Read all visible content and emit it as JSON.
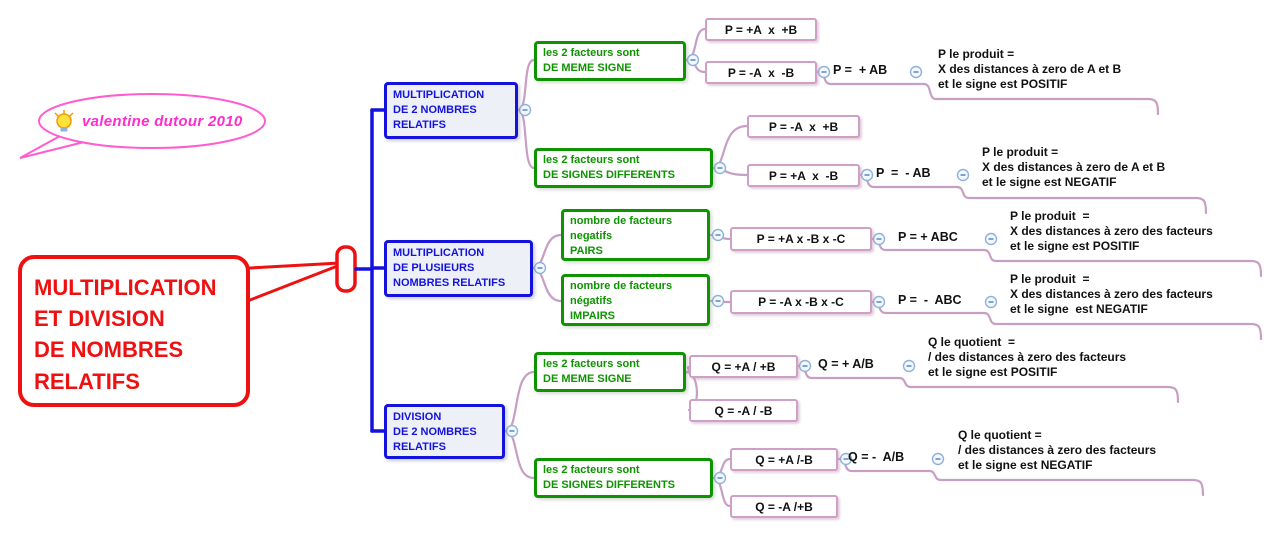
{
  "palette": {
    "root_red": "#ee1111",
    "branch_blue": "#1313dd",
    "topic_green": "#0d9400",
    "line_mauve": "#c79ec4",
    "bubble_magenta": "#ff2ccc"
  },
  "bubble": {
    "text": "valentine dutour 2010",
    "icon": "lightbulb"
  },
  "tree": {
    "root_label": "MULTIPLICATION\nET DIVISION\nDE NOMBRES\nRELATIFS",
    "branches": [
      {
        "label": "MULTIPLICATION\nDE 2 NOMBRES\nRELATIFS",
        "children": [
          {
            "label": "les 2 facteurs sont\nDE MEME SIGNE",
            "formulas": [
              {
                "label": "P = +A  x  +B"
              },
              {
                "label": "P = -A  x  -B",
                "result": "P =  + AB",
                "note": "P le produit =\nX des distances à zero de A et B\net le signe est POSITIF"
              }
            ]
          },
          {
            "label": "les 2 facteurs sont\nDE SIGNES DIFFERENTS",
            "formulas": [
              {
                "label": "P = -A  x  +B"
              },
              {
                "label": "P = +A  x  -B",
                "result": "P  =  - AB",
                "note": "P le produit =\nX des distances à zero de A et B\net le signe est NEGATIF"
              }
            ]
          }
        ]
      },
      {
        "label": "MULTIPLICATION\nDE PLUSIEURS\nNOMBRES RELATIFS",
        "children": [
          {
            "label": "nombre de facteurs\nnegatifs\nPAIRS",
            "formulas": [
              {
                "label": "P = +A x -B x -C",
                "result": "P = + ABC",
                "note": "P le produit  =\nX des distances à zero des facteurs\net le signe est POSITIF"
              }
            ]
          },
          {
            "label": "nombre de facteurs\nnégatifs\nIMPAIRS",
            "formulas": [
              {
                "label": "P = -A x -B x -C",
                "result": "P =  -  ABC",
                "note": "P le produit  =\nX des distances à zero des facteurs\net le signe  est NEGATIF"
              }
            ]
          }
        ]
      },
      {
        "label": "DIVISION\nDE 2 NOMBRES\nRELATIFS",
        "children": [
          {
            "label": "les 2 facteurs sont\nDE MEME SIGNE",
            "formulas": [
              {
                "label": "Q = +A / +B",
                "result": "Q = + A/B",
                "note": "Q le quotient  =\n/ des distances à zero des facteurs\net le signe est POSITIF"
              },
              {
                "label": "Q = -A / -B"
              }
            ]
          },
          {
            "label": "les 2 facteurs sont\nDE SIGNES DIFFERENTS",
            "formulas": [
              {
                "label": "Q = +A /-B",
                "result": "Q = -  A/B",
                "note": "Q le quotient =\n/ des distances à zero des facteurs\net le signe est NEGATIF"
              },
              {
                "label": "Q = -A /+B"
              }
            ]
          }
        ]
      }
    ]
  }
}
